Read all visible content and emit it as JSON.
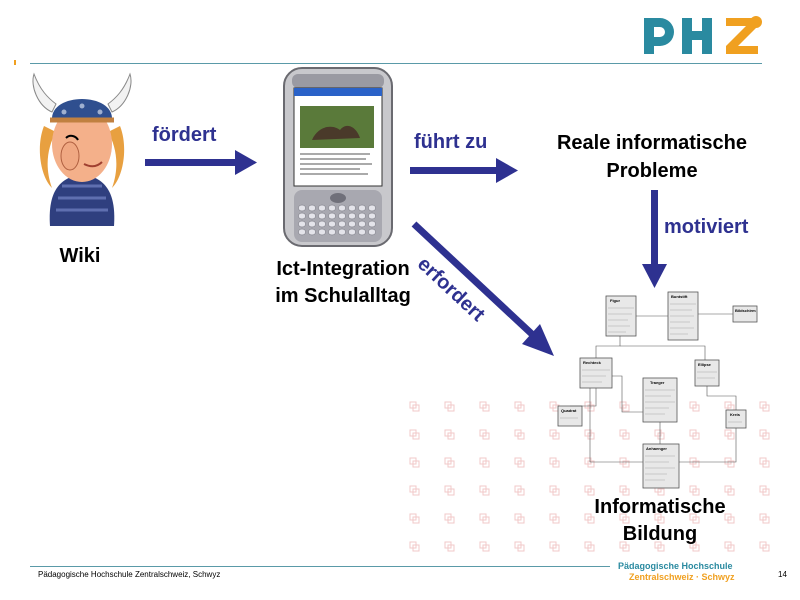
{
  "logo": {
    "text": "PHZ",
    "colors": {
      "blue": "#2a8aa0",
      "orange": "#f0a020"
    }
  },
  "nodes": {
    "wiki": "Wiki",
    "ict_line1": "Ict-Integration",
    "ict_line2": "im Schulalltag",
    "reale_line1": "Reale informatische",
    "reale_line2": "Probleme",
    "bildung_line1": "Informatische",
    "bildung_line2": "Bildung"
  },
  "arrows": {
    "foerdert": "fördert",
    "fuehrt_zu": "führt zu",
    "motiviert": "motiviert",
    "erfordert": "erfordert"
  },
  "uml": {
    "classes": {
      "figur": "Figur",
      "buntstift": "Buntstift",
      "bildschirm": "Bildschirm",
      "rechteck": "Rechteck",
      "ellipse": "Ellipse",
      "traeger": "Traeger",
      "quadrat": "Quadrat",
      "kreis": "Kreis",
      "anhaenger": "Anhaenger"
    }
  },
  "footer": {
    "text": "Pädagogische Hochschule Zentralschweiz, Schwyz",
    "page": "14",
    "logo_line1": "Pädagogische Hochschule",
    "logo_line2": "Zentralschweiz · Schwyz"
  },
  "colors": {
    "arrow": "#2e3190",
    "rule": "#5a9aa8",
    "pattern": "#f2c8c8"
  }
}
